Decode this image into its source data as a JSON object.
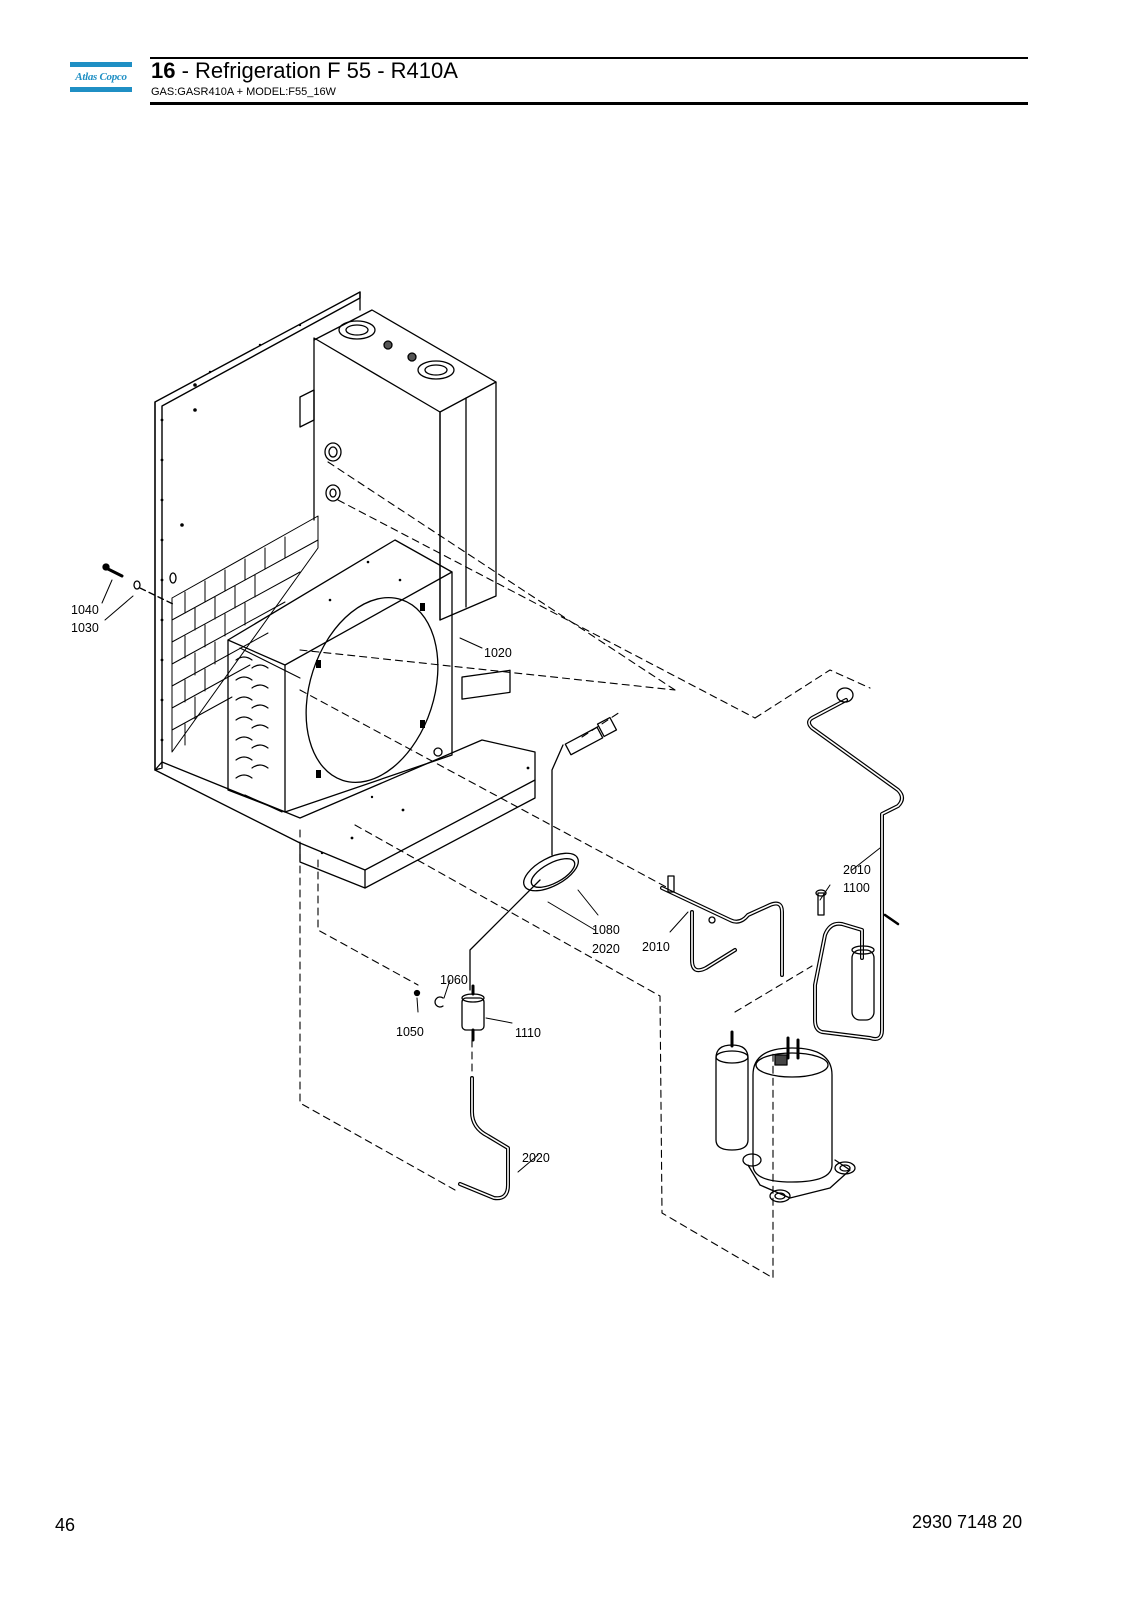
{
  "header": {
    "logo_text": "Atlas Copco",
    "section_number": "16",
    "title_rest": " - Refrigeration F 55 - R410A",
    "subtitle": "GAS:GASR410A + MODEL:F55_16W"
  },
  "colors": {
    "brand_blue": "#1f8fc4",
    "line": "#000000",
    "paper": "#ffffff"
  },
  "callouts": {
    "c1040": "1040",
    "c1030": "1030",
    "c1020": "1020",
    "c1080": "1080",
    "c2020a": "2020",
    "c2010a": "2010",
    "c2010b": "2010",
    "c1100": "1100",
    "c1060": "1060",
    "c1050": "1050",
    "c1110": "1110",
    "c2020b": "2020"
  },
  "footer": {
    "page_number": "46",
    "doc_number": "2930 7148 20"
  }
}
